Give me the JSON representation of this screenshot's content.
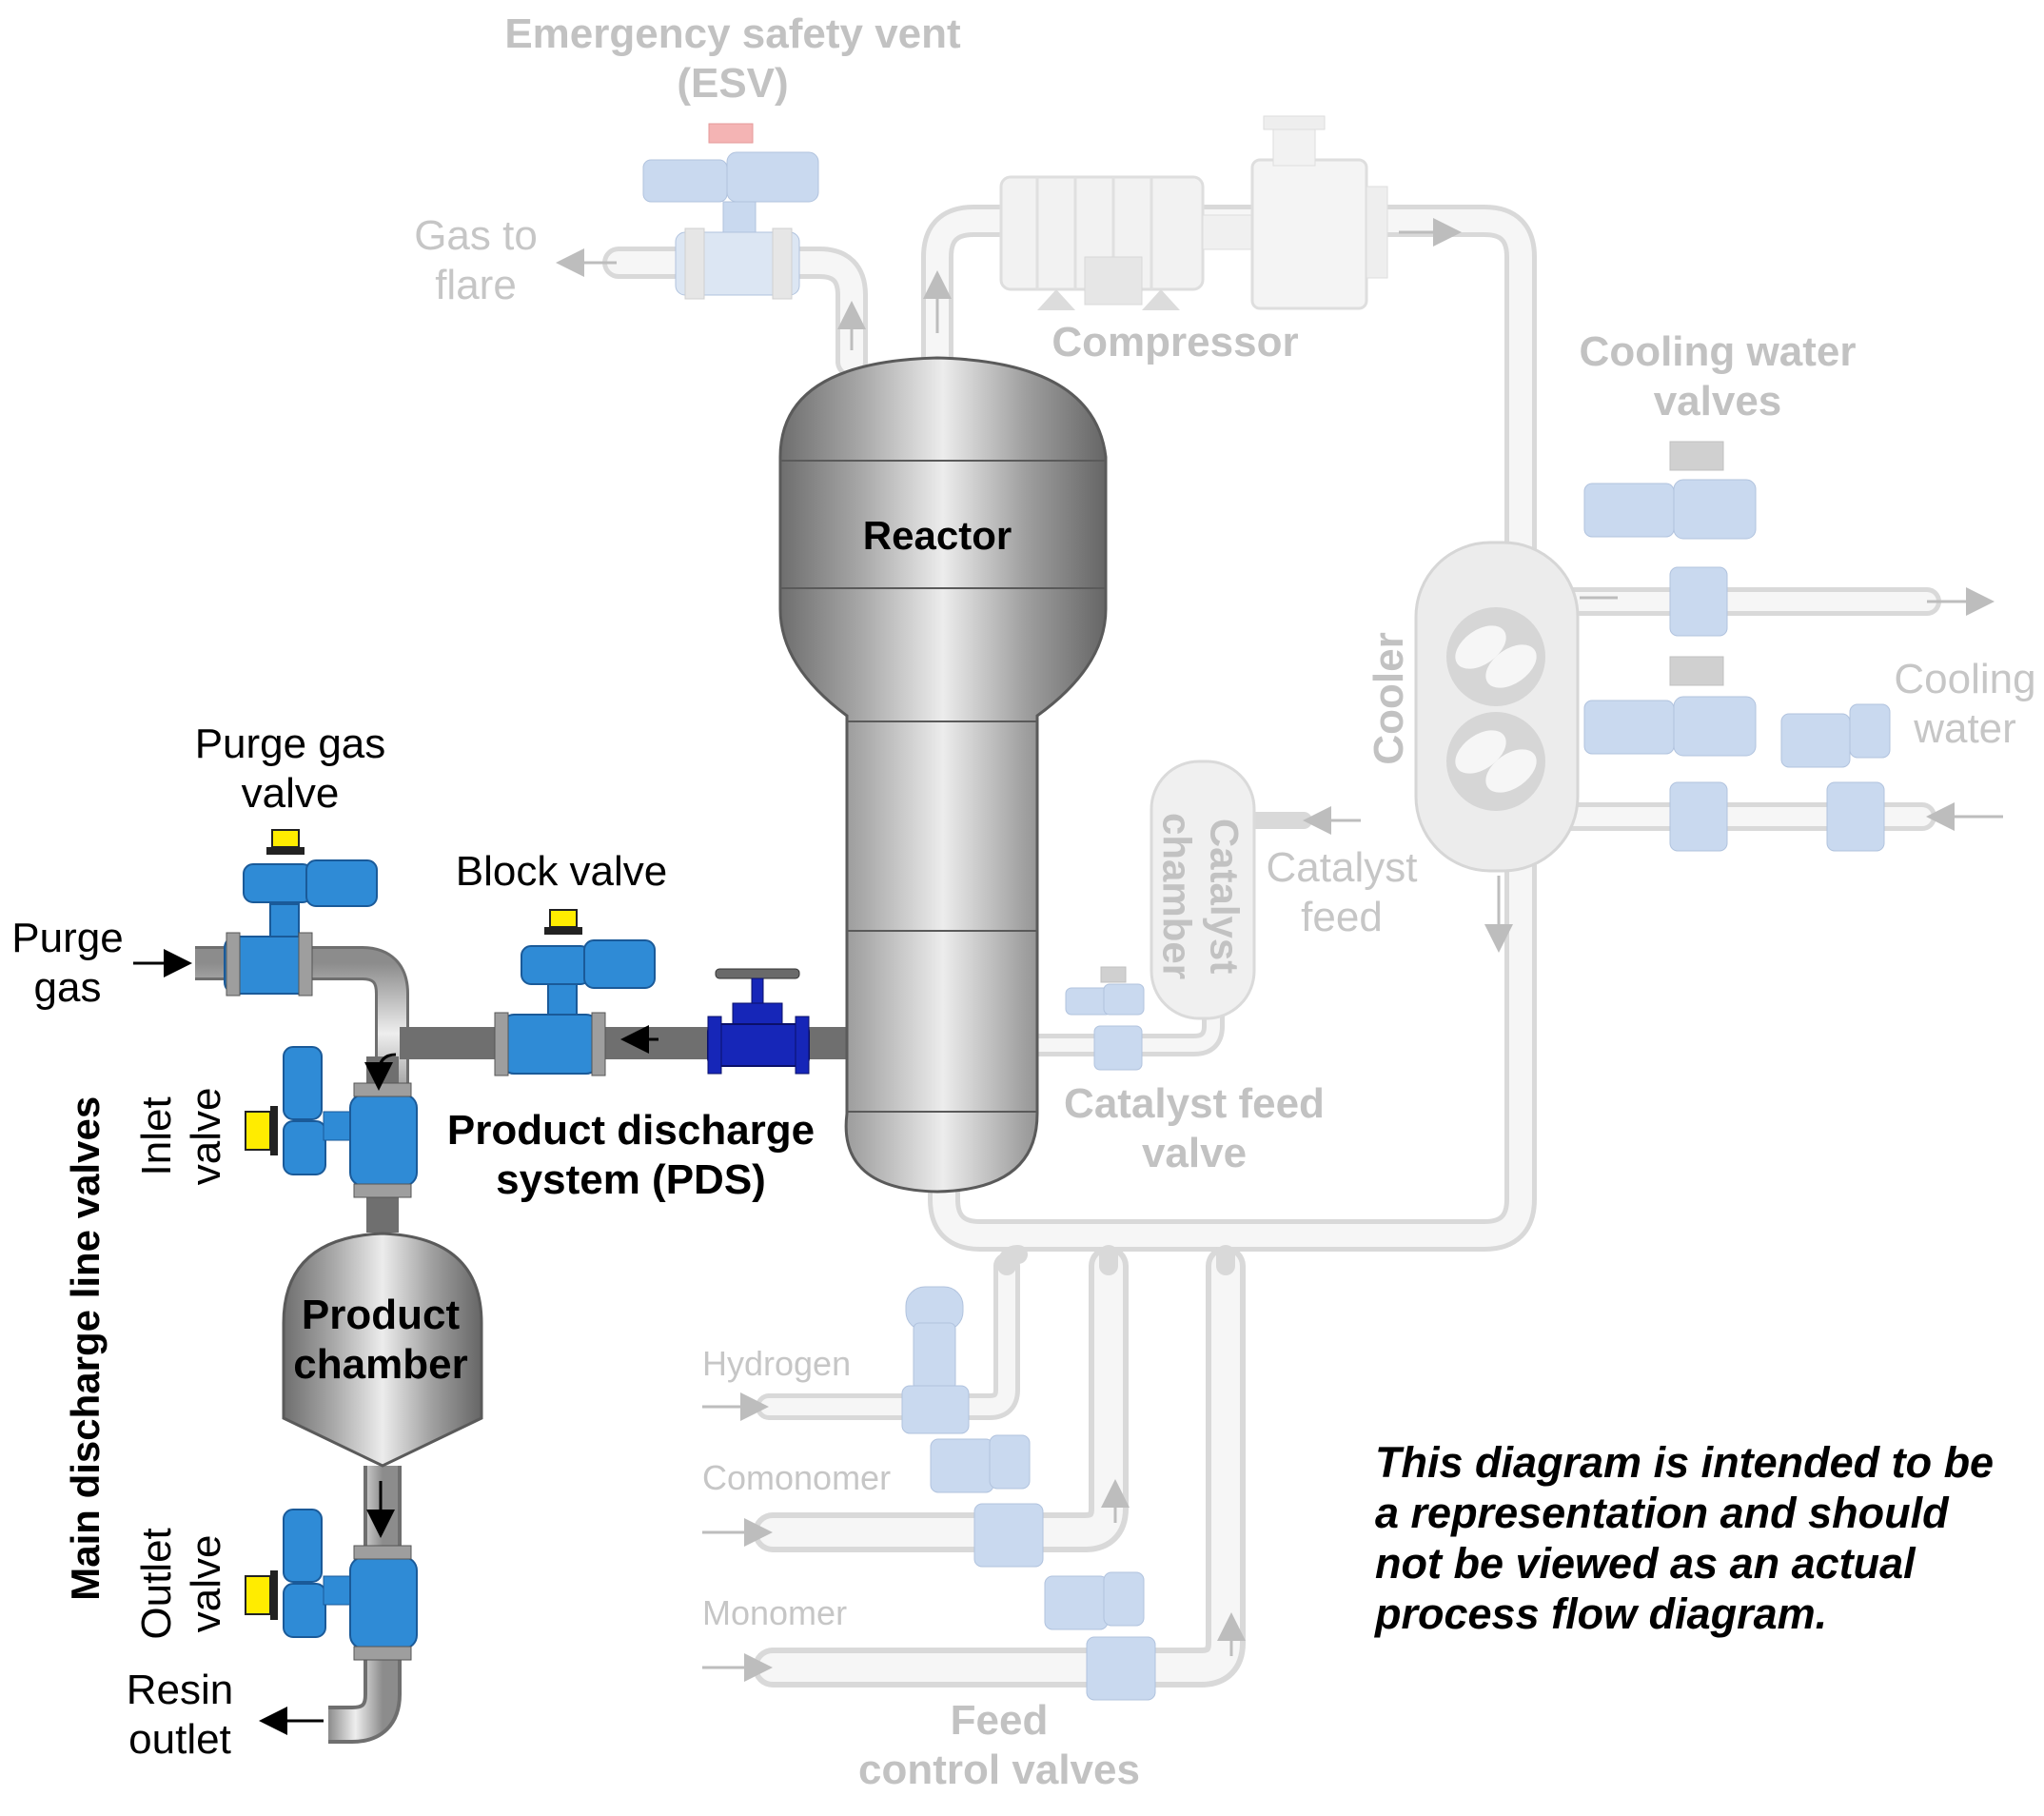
{
  "labels": {
    "esv": [
      "Emergency safety vent",
      "(ESV)"
    ],
    "gas_to_flare": [
      "Gas to",
      "flare"
    ],
    "compressor": "Compressor",
    "cooling_water_valves": [
      "Cooling water",
      "valves"
    ],
    "cooler": "Cooler",
    "cooling_water": [
      "Cooling",
      "water"
    ],
    "catalyst_chamber": [
      "Catalyst",
      "chamber"
    ],
    "catalyst_feed": [
      "Catalyst",
      "feed"
    ],
    "catalyst_feed_valve": [
      "Catalyst feed",
      "valve"
    ],
    "reactor": "Reactor",
    "purge_gas_valve": [
      "Purge gas",
      "valve"
    ],
    "block_valve": "Block valve",
    "purge_gas": [
      "Purge",
      "gas"
    ],
    "inlet_valve": [
      "Inlet",
      "valve"
    ],
    "main_discharge": "Main discharge line valves",
    "pds": [
      "Product discharge",
      "system (PDS)"
    ],
    "product_chamber": [
      "Product",
      "chamber"
    ],
    "outlet_valve": [
      "Outlet",
      "valve"
    ],
    "resin_outlet": [
      "Resin",
      "outlet"
    ],
    "hydrogen": "Hydrogen",
    "comonomer": "Comonomer",
    "monomer": "Monomer",
    "feed_control_valves": [
      "Feed",
      "control valves"
    ]
  },
  "note": [
    "This diagram is intended to be",
    "a representation and should",
    "not be viewed as an actual",
    "process flow diagram."
  ],
  "colors": {
    "faded_pipe": "#ececec",
    "faded_pipe_edge": "#d6d6d6",
    "faded_valve": "#c9d9ef",
    "pipe": "#bfbfbf",
    "pipe_edge": "#7a7a7a",
    "vessel": "#9a9a9a",
    "valve_blue": "#2f8bd6",
    "valve_dark_blue": "#1626b8",
    "actuator_yellow": "#ffec00",
    "esv_red": "#f4a0a0"
  }
}
